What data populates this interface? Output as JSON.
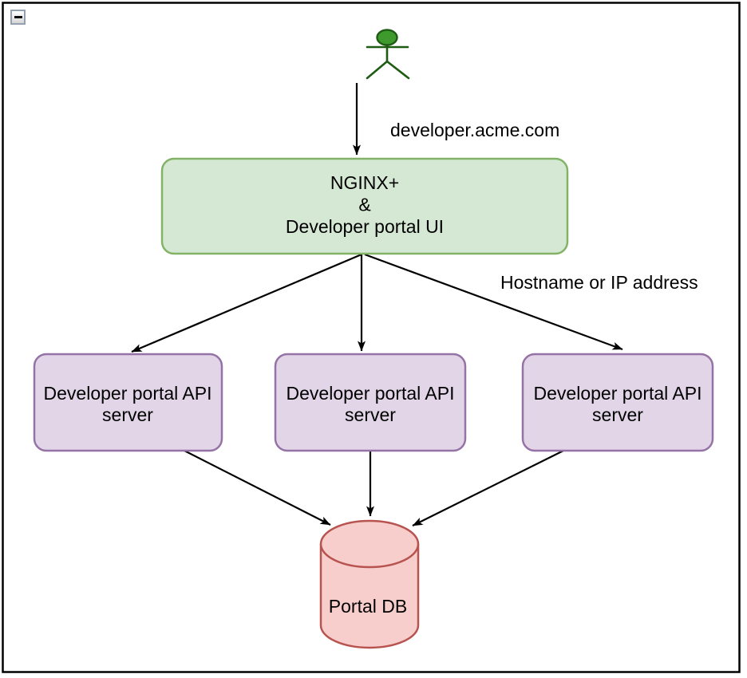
{
  "controls": {
    "collapse_button": {
      "icon": "minus"
    }
  },
  "labels": {
    "request_domain": "developer.acme.com",
    "edge_note": "Hostname or IP address"
  },
  "nodes": {
    "actor": {
      "role": "user"
    },
    "nginx": {
      "lines": [
        "NGINX+",
        "&",
        "Developer portal UI"
      ]
    },
    "api1": {
      "lines": [
        "Developer portal API",
        "server"
      ]
    },
    "api2": {
      "lines": [
        "Developer portal API",
        "server"
      ]
    },
    "api3": {
      "lines": [
        "Developer portal API",
        "server"
      ]
    },
    "db": {
      "label": "Portal DB"
    }
  },
  "colors": {
    "nginx_fill": "#d5e8d4",
    "nginx_stroke": "#82b366",
    "api_fill": "#e1d5e7",
    "api_stroke": "#9673a6",
    "db_fill": "#f8cecc",
    "db_stroke": "#b85450",
    "actor_fill": "#3f9a2e",
    "actor_stroke": "#1e5b13",
    "edge": "#000000",
    "canvas_border": "#000000"
  }
}
